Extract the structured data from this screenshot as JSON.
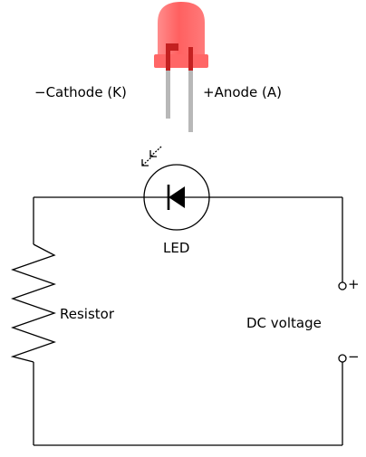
{
  "labels": {
    "cathode": "−Cathode (K)",
    "anode": "+Anode (A)",
    "led": "LED",
    "resistor": "Resistor",
    "dc_voltage": "DC voltage",
    "plus": "+",
    "minus": "−"
  },
  "colors": {
    "led_body": "#ff6b6b",
    "led_body_light": "#ff9a9a",
    "led_lead": "#b8b8b8",
    "wire": "#000000",
    "background": "#ffffff"
  }
}
